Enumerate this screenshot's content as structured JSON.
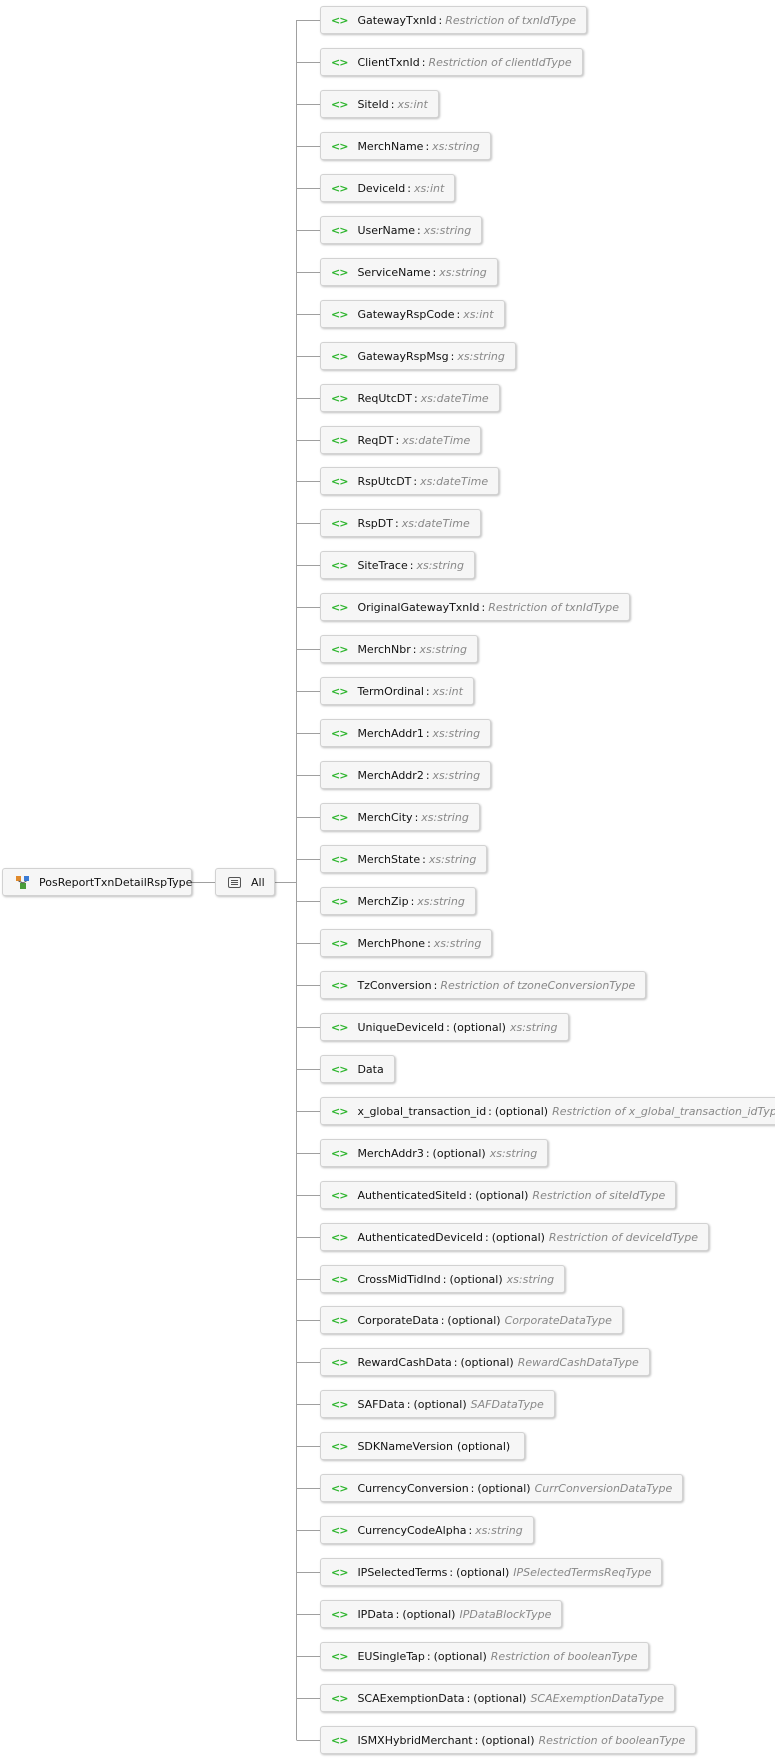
{
  "root": {
    "label": "PosReportTxnDetailRspType",
    "icon": "complex-type-icon"
  },
  "compositor": {
    "label": "All",
    "icon": "all-compositor-icon"
  },
  "element_icon_glyph": "<>",
  "colors": {
    "element_icon": "#2db52d",
    "type_text": "#888888",
    "connector": "#a0a0a0"
  },
  "elements": [
    {
      "name": "GatewayTxnId",
      "optional": "",
      "type": "Restriction of txnIdType"
    },
    {
      "name": "ClientTxnId",
      "optional": "",
      "type": "Restriction of clientIdType"
    },
    {
      "name": "SiteId",
      "optional": "",
      "type": "xs:int"
    },
    {
      "name": "MerchName",
      "optional": "",
      "type": "xs:string"
    },
    {
      "name": "DeviceId",
      "optional": "",
      "type": "xs:int"
    },
    {
      "name": "UserName",
      "optional": "",
      "type": "xs:string"
    },
    {
      "name": "ServiceName",
      "optional": "",
      "type": "xs:string"
    },
    {
      "name": "GatewayRspCode",
      "optional": "",
      "type": "xs:int"
    },
    {
      "name": "GatewayRspMsg",
      "optional": "",
      "type": "xs:string"
    },
    {
      "name": "ReqUtcDT",
      "optional": "",
      "type": "xs:dateTime"
    },
    {
      "name": "ReqDT",
      "optional": "",
      "type": "xs:dateTime"
    },
    {
      "name": "RspUtcDT",
      "optional": "",
      "type": "xs:dateTime"
    },
    {
      "name": "RspDT",
      "optional": "",
      "type": "xs:dateTime"
    },
    {
      "name": "SiteTrace",
      "optional": "",
      "type": "xs:string"
    },
    {
      "name": "OriginalGatewayTxnId",
      "optional": "",
      "type": "Restriction of txnIdType"
    },
    {
      "name": "MerchNbr",
      "optional": "",
      "type": "xs:string"
    },
    {
      "name": "TermOrdinal",
      "optional": "",
      "type": "xs:int"
    },
    {
      "name": "MerchAddr1",
      "optional": "",
      "type": "xs:string"
    },
    {
      "name": "MerchAddr2",
      "optional": "",
      "type": "xs:string"
    },
    {
      "name": "MerchCity",
      "optional": "",
      "type": "xs:string"
    },
    {
      "name": "MerchState",
      "optional": "",
      "type": "xs:string"
    },
    {
      "name": "MerchZip",
      "optional": "",
      "type": "xs:string"
    },
    {
      "name": "MerchPhone",
      "optional": "",
      "type": "xs:string"
    },
    {
      "name": "TzConversion",
      "optional": "",
      "type": "Restriction of tzoneConversionType"
    },
    {
      "name": "UniqueDeviceId",
      "optional": "(optional)",
      "type": "xs:string"
    },
    {
      "name": "Data",
      "optional": "",
      "type": ""
    },
    {
      "name": "x_global_transaction_id",
      "optional": "(optional)",
      "type": "Restriction of x_global_transaction_idType"
    },
    {
      "name": "MerchAddr3",
      "optional": "(optional)",
      "type": "xs:string"
    },
    {
      "name": "AuthenticatedSiteId",
      "optional": "(optional)",
      "type": "Restriction of siteIdType"
    },
    {
      "name": "AuthenticatedDeviceId",
      "optional": "(optional)",
      "type": "Restriction of deviceIdType"
    },
    {
      "name": "CrossMidTidInd",
      "optional": "(optional)",
      "type": "xs:string"
    },
    {
      "name": "CorporateData",
      "optional": "(optional)",
      "type": "CorporateDataType"
    },
    {
      "name": "RewardCashData",
      "optional": "(optional)",
      "type": "RewardCashDataType"
    },
    {
      "name": "SAFData",
      "optional": "(optional)",
      "type": "SAFDataType"
    },
    {
      "name": "SDKNameVersion",
      "optional": "(optional)",
      "type": ""
    },
    {
      "name": "CurrencyConversion",
      "optional": "(optional)",
      "type": "CurrConversionDataType"
    },
    {
      "name": "CurrencyCodeAlpha",
      "optional": "",
      "type": "xs:string"
    },
    {
      "name": "IPSelectedTerms",
      "optional": "(optional)",
      "type": "IPSelectedTermsReqType"
    },
    {
      "name": "IPData",
      "optional": "(optional)",
      "type": "IPDataBlockType"
    },
    {
      "name": "EUSingleTap",
      "optional": "(optional)",
      "type": "Restriction of booleanType"
    },
    {
      "name": "SCAExemptionData",
      "optional": "(optional)",
      "type": "SCAExemptionDataType"
    },
    {
      "name": "ISMXHybridMerchant",
      "optional": "(optional)",
      "type": "Restriction of booleanType"
    }
  ]
}
